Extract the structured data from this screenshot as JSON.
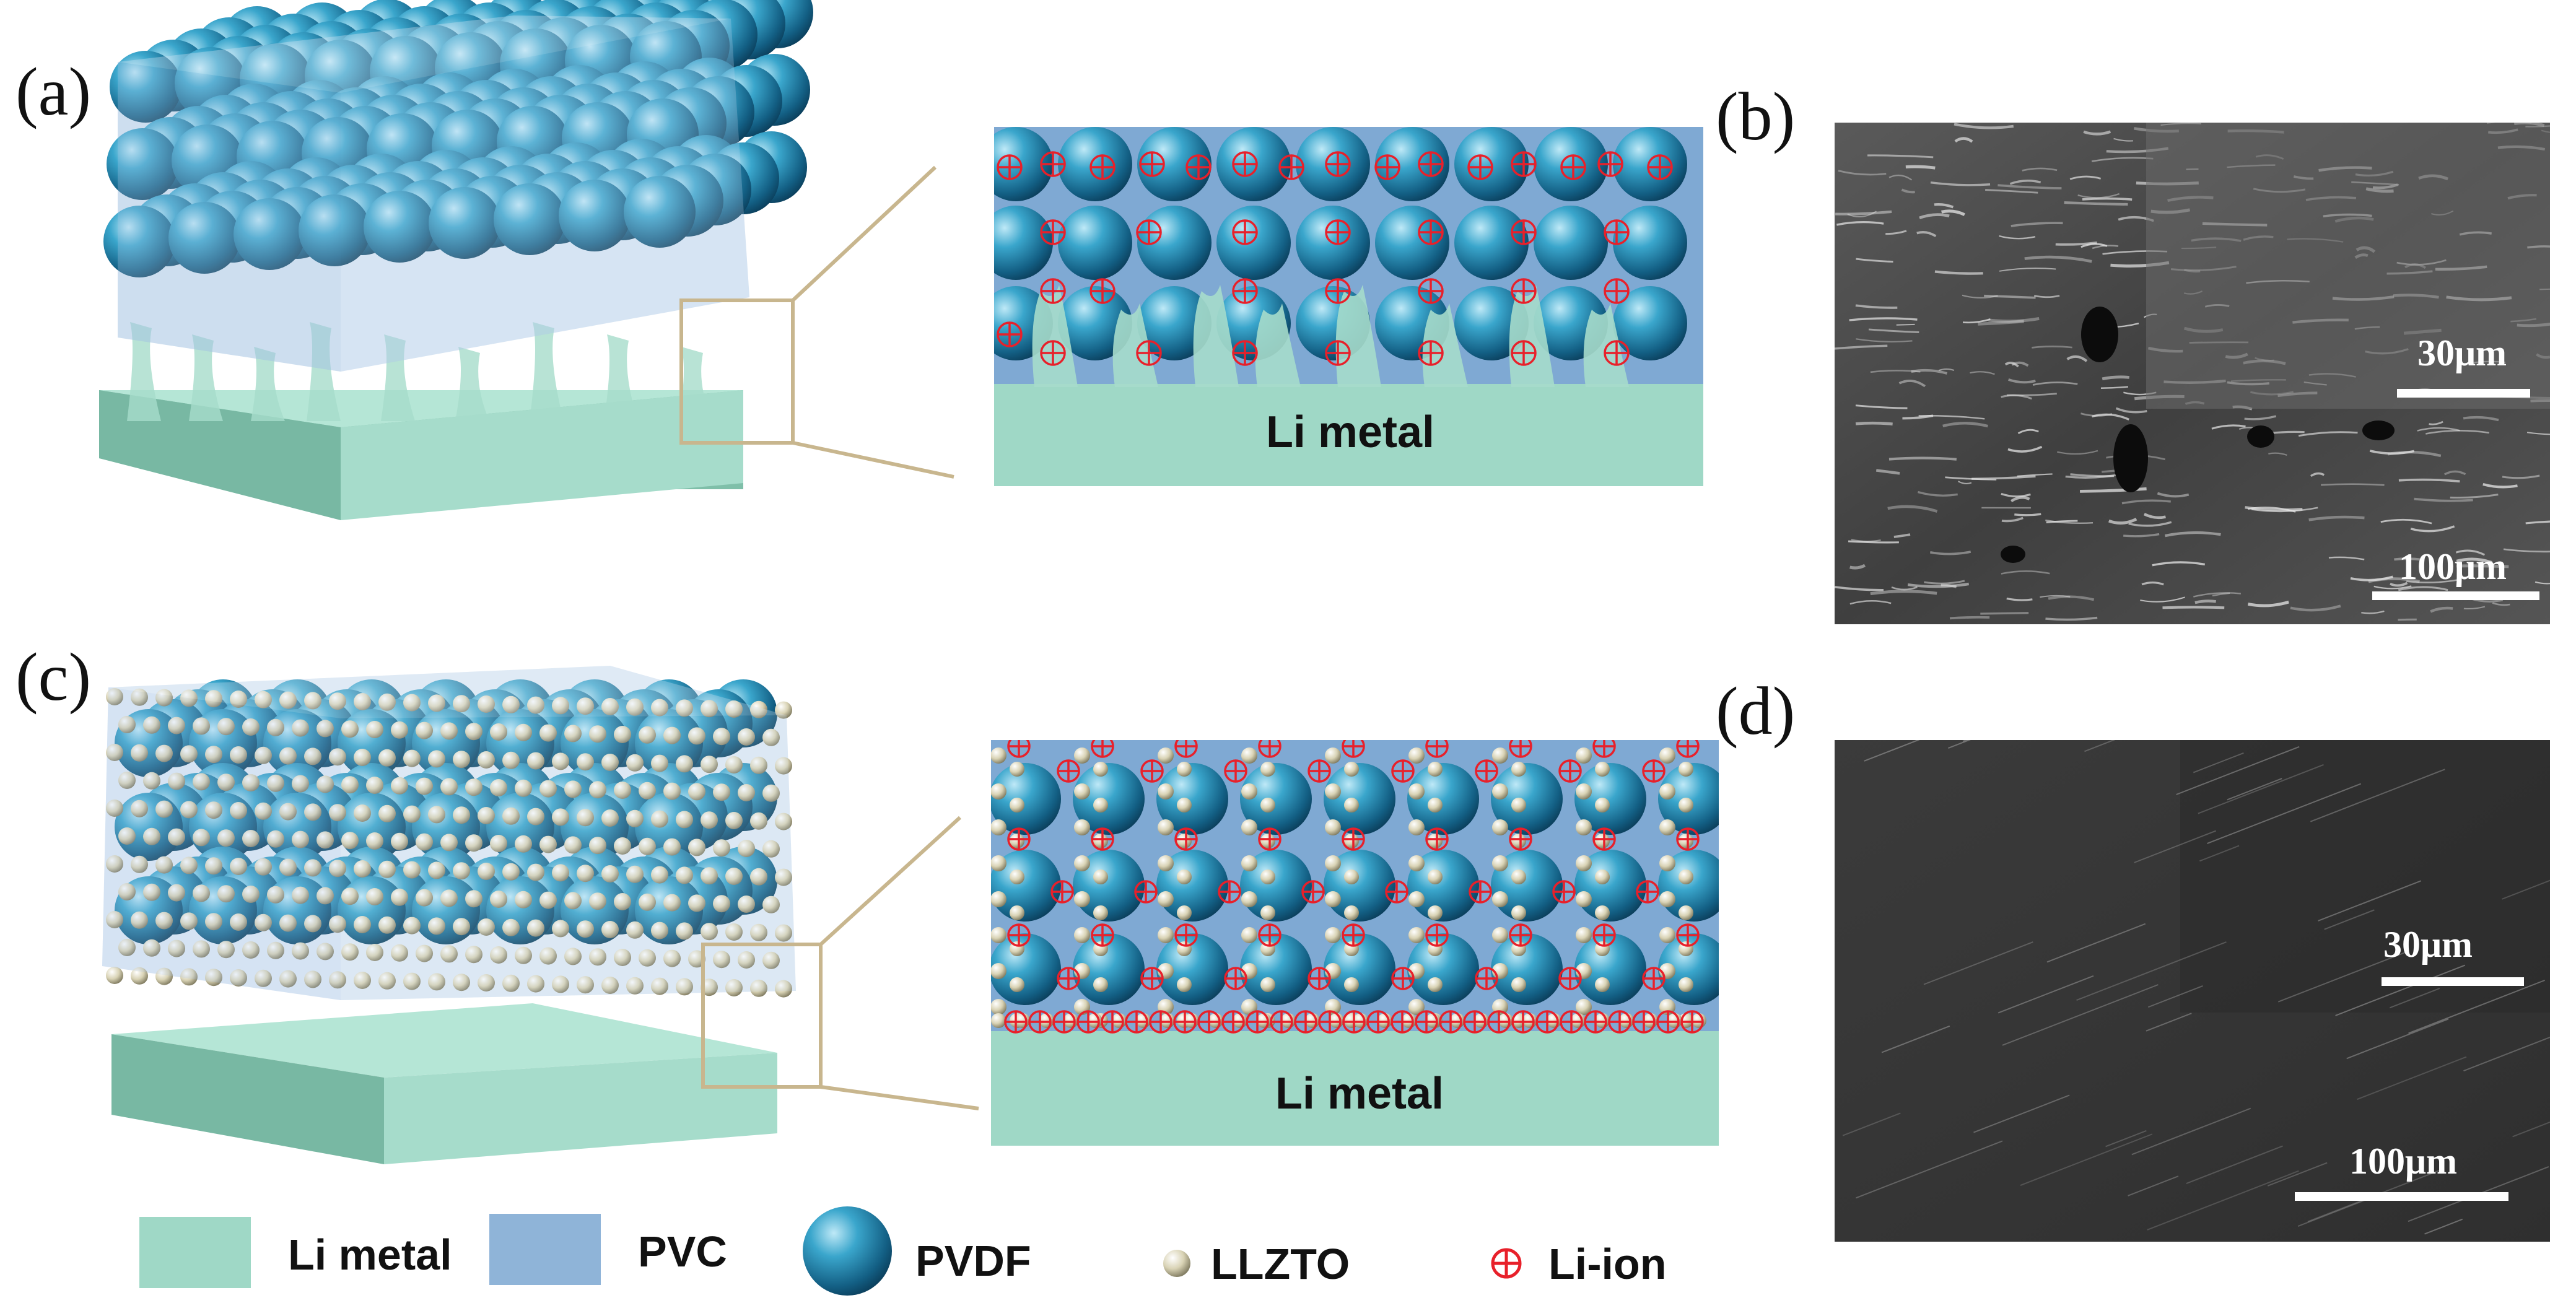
{
  "panels": {
    "a": "(a)",
    "b": "(b)",
    "c": "(c)",
    "d": "(d)"
  },
  "zoom_a": {
    "substrate_label": "Li metal"
  },
  "zoom_c": {
    "substrate_label": "Li metal"
  },
  "sem_b": {
    "inset_scale": "30μm",
    "main_scale": "100μm"
  },
  "sem_d": {
    "inset_scale": "30μm",
    "main_scale": "100μm"
  },
  "legend": {
    "li_metal": "Li metal",
    "pvc": "PVC",
    "pvdf": "PVDF",
    "llzto": "LLZTO",
    "li_ion": "Li-ion"
  },
  "colors": {
    "li_metal": "#9fd8c6",
    "pvc": "#8fb4d8",
    "pvdf": "#1b86ad",
    "llzto": "#d8d2b4",
    "li_ion": "#e8202a",
    "callout_line": "#c8b68e"
  }
}
